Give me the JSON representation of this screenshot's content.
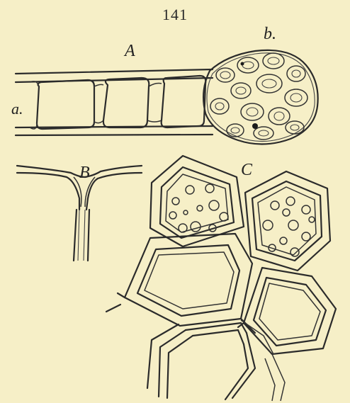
{
  "page_number": "141",
  "labels": {
    "A": "A",
    "a": "a.",
    "b": "b.",
    "B": "B",
    "C": "C"
  },
  "colors": {
    "paper": "#f6efc7",
    "ink": "#2b2b2b"
  }
}
